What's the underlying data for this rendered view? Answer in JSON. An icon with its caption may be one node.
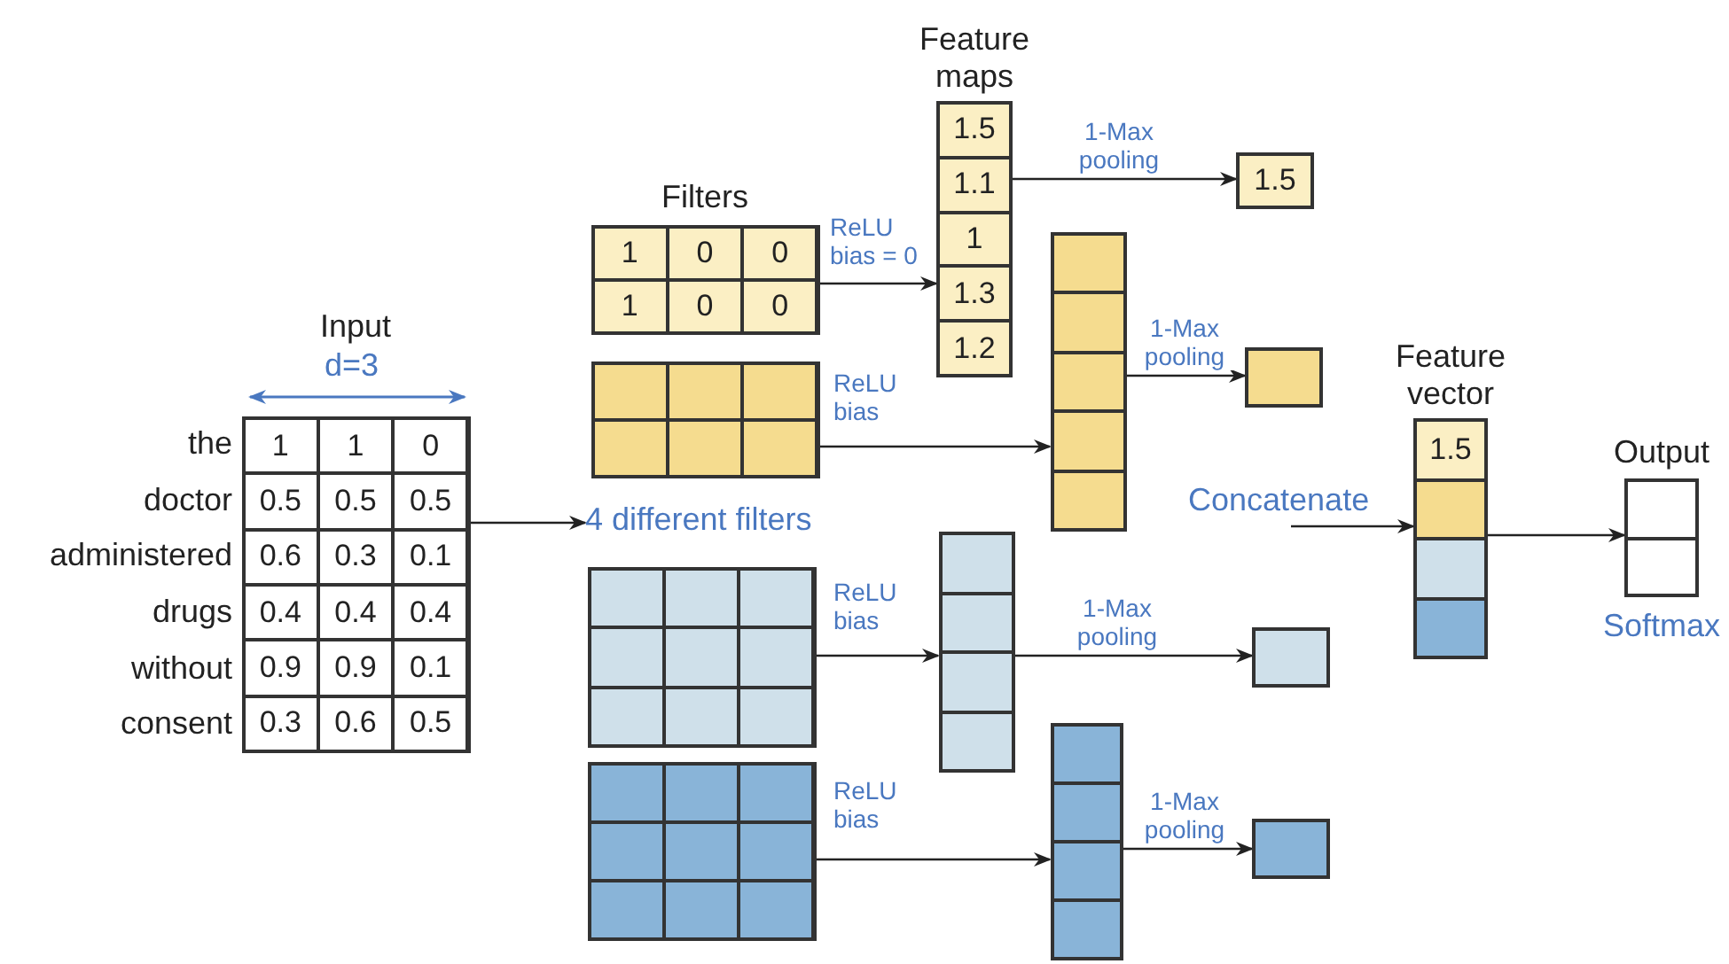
{
  "diagram": {
    "nodes": [
      {
        "text": [
          "Input",
          "1",
          "1",
          "0",
          "0.5",
          "0.5",
          "0.5",
          "0.6",
          "0.3",
          "0.1",
          "0.4",
          "0.4",
          "0.4",
          "0.9",
          "0.9",
          "0.1",
          "0.3",
          "0.6",
          "0.5"
        ],
        "beside": [
          "the",
          "doctor",
          "administered",
          "drugs",
          "without",
          "consent"
        ]
      },
      {
        "text": [
          "4 different filters"
        ]
      },
      {
        "text": [
          "Filters",
          "1",
          "0",
          "0",
          "1",
          "0",
          "0"
        ]
      },
      {
        "text": [],
        "shape": "box"
      },
      {
        "text": [],
        "shape": "box"
      },
      {
        "text": [],
        "shape": "box"
      },
      {
        "text": [
          "Feature maps",
          "1.5",
          "1.1",
          "1",
          "1.3",
          "1.2"
        ]
      },
      {
        "text": [],
        "shape": "box"
      },
      {
        "text": [],
        "shape": "box"
      },
      {
        "text": [],
        "shape": "box"
      },
      {
        "text": [
          "1.5"
        ]
      },
      {
        "text": [],
        "shape": "box"
      },
      {
        "text": [],
        "shape": "box"
      },
      {
        "text": [],
        "shape": "box"
      },
      {
        "text": [
          "Feature vector",
          "1.5"
        ]
      },
      {
        "text": [
          "Output"
        ],
        "beside": [
          "Softmax"
        ]
      }
    ],
    "edges": [
      {
        "from": 0,
        "to": 1,
        "arrow": "to"
      },
      {
        "from": 2,
        "to": 6,
        "arrow": "to",
        "label": "ReLU bias = 0"
      },
      {
        "from": 3,
        "to": 7,
        "arrow": "to",
        "label": "ReLU bias"
      },
      {
        "from": 4,
        "to": 8,
        "arrow": "to",
        "label": "ReLU bias"
      },
      {
        "from": 5,
        "to": 9,
        "arrow": "to",
        "label": "ReLU bias"
      },
      {
        "from": 6,
        "to": 10,
        "arrow": "to",
        "label": "1-Max pooling"
      },
      {
        "from": 7,
        "to": 11,
        "arrow": "to",
        "label": "1-Max pooling"
      },
      {
        "from": 8,
        "to": 12,
        "arrow": "to",
        "label": "1-Max pooling"
      },
      {
        "from": 9,
        "to": 13,
        "arrow": "to",
        "label": "1-Max pooling"
      },
      {
        "from": null,
        "to": 14,
        "arrow": "to",
        "label": "Concatenate"
      },
      {
        "from": 14,
        "to": 15,
        "arrow": "to"
      }
    ],
    "labels": [
      "d=3"
    ]
  }
}
